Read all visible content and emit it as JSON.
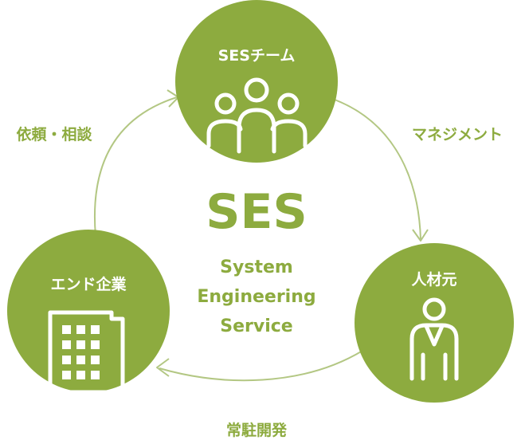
{
  "colors": {
    "primary": "#8dab3f",
    "text_green": "#8dab3f",
    "icon_white": "#ffffff",
    "background": "#ffffff"
  },
  "center": {
    "title": "SES",
    "line1": "System",
    "line2": "Engineering",
    "line3": "Service"
  },
  "nodes": {
    "team": {
      "label": "SESチーム",
      "icon": "team-people-icon"
    },
    "talent": {
      "label": "人材元",
      "icon": "person-suit-icon"
    },
    "client": {
      "label": "エンド企業",
      "icon": "office-building-icon"
    }
  },
  "edges": {
    "request": "依頼・相談",
    "management": "マネジメント",
    "onsite": "常駐開発"
  }
}
